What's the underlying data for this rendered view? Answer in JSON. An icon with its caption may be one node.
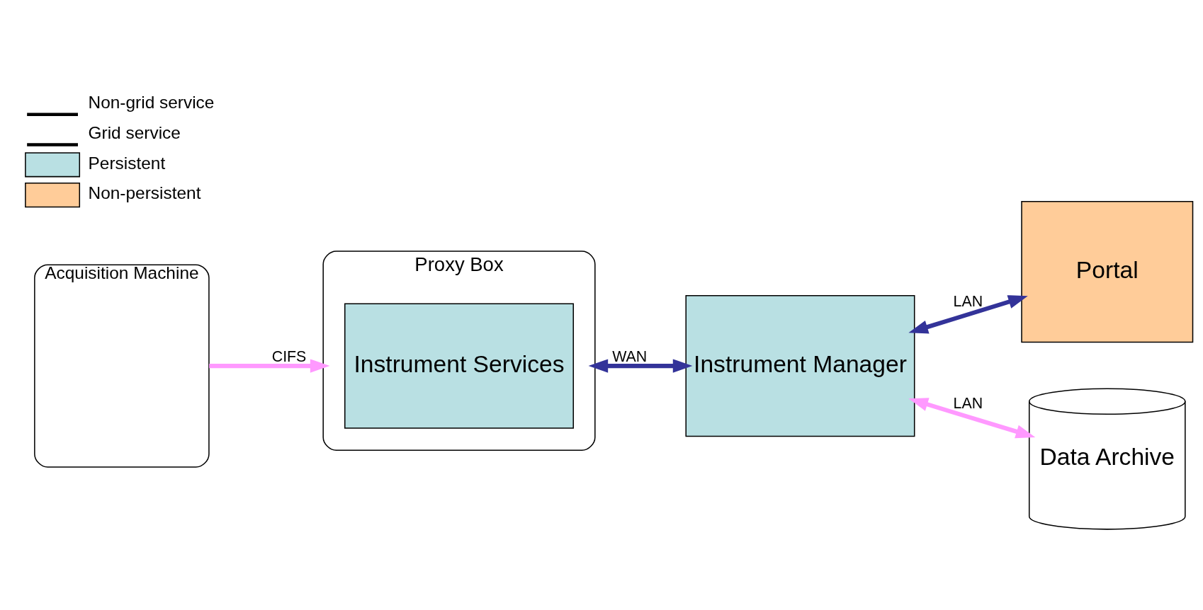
{
  "diagram": {
    "nodes": [
      {
        "text": [
          "Acquisition Machine"
        ]
      },
      {
        "text": [
          "Proxy Box"
        ]
      },
      {
        "text": [
          "Instrument Services"
        ],
        "in": 1
      },
      {
        "text": [
          "Instrument Manager"
        ]
      },
      {
        "text": [
          "Portal"
        ]
      },
      {
        "text": [
          "Data Archive"
        ]
      }
    ],
    "edges": [
      {
        "from": 0,
        "to": 1,
        "arrow": "to",
        "label": "CIFS",
        "color": "#ff99ff"
      },
      {
        "from": 1,
        "to": 3,
        "arrow": "both",
        "label": "WAN",
        "color": "#333399"
      },
      {
        "from": 3,
        "to": 4,
        "arrow": "both",
        "label": "LAN",
        "color": "#333399"
      },
      {
        "from": 3,
        "to": 5,
        "arrow": "both",
        "label": "LAN",
        "color": "#ff99ff"
      }
    ],
    "legend": [
      {
        "text": "Non-grid service"
      },
      {
        "text": "Grid service"
      },
      {
        "text": "Persistent",
        "color": "#b9e0e3"
      },
      {
        "text": "Non-persistent",
        "color": "#ffcc99"
      }
    ]
  }
}
